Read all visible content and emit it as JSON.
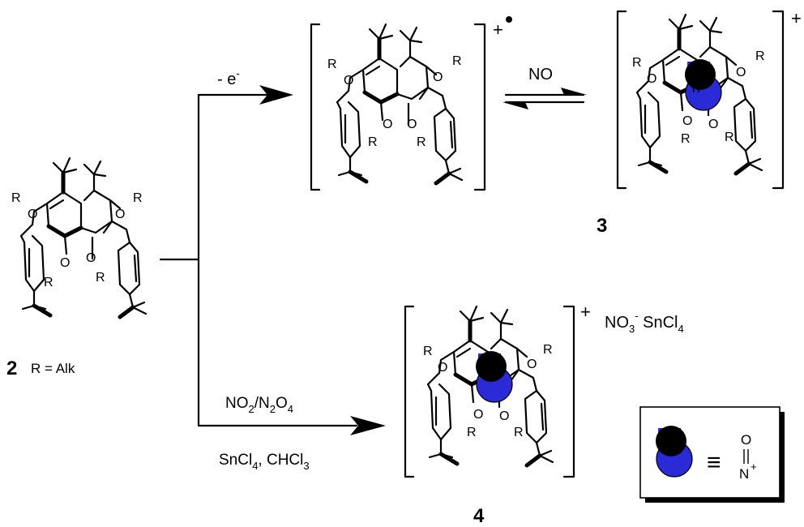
{
  "labels": {
    "oxidation": {
      "main": "- e",
      "sup": "-"
    },
    "no_reagent": "NO",
    "radical_charge": "+",
    "complex3_charge": "+",
    "complex4_charge": "+",
    "compound3_number": "3",
    "compound4_number": "4",
    "compound2_number": "2",
    "compound2_definition": "R = Alk",
    "no2_reagent": {
      "a": "NO",
      "a_sub": "2",
      "sep": "/N",
      "b_sub": "2",
      "b": "O",
      "c_sub": "4"
    },
    "sncl4_conditions": {
      "a": "SnCl",
      "a_sub": "4",
      "b": ", CHCl",
      "b_sub": "3"
    },
    "counterion": {
      "no": "NO",
      "no_sub": "3",
      "no_sup": "-",
      "sn": " SnCl",
      "sn_sub": "4"
    },
    "substituent_R": "R",
    "oxygen": "O"
  },
  "legend": {
    "equivalence_symbol": "≡",
    "nitrosonium": {
      "o": "O",
      "n": "N",
      "charge": "+"
    }
  },
  "colors": {
    "no_blue": "#2a2ad6",
    "no_black": "#000000",
    "line": "#000000"
  },
  "icons": [
    "calixarene-structure",
    "nitrosonium-ball-icon",
    "reaction-arrow",
    "equilibrium-arrows"
  ]
}
